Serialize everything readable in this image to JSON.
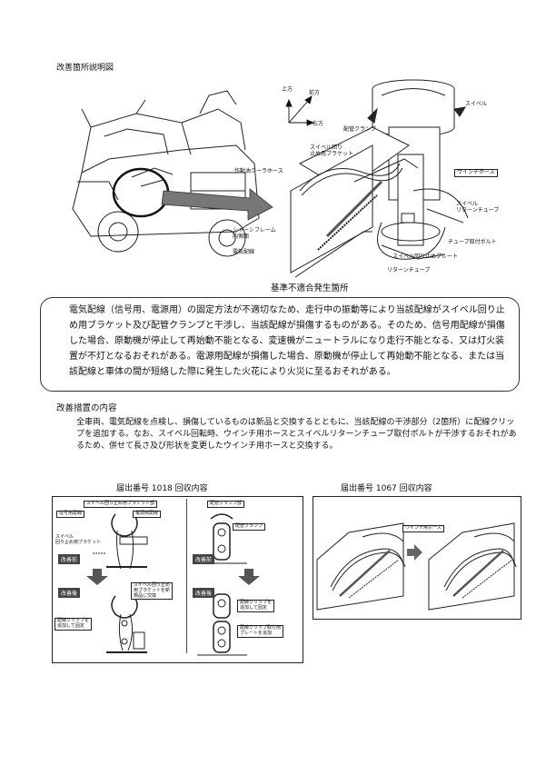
{
  "page_title": "改善箇所説明図",
  "top_diagram": {
    "axes": {
      "up": "上方",
      "front": "前方",
      "right": "右方"
    },
    "labels": {
      "swivel": "スイベル",
      "pipe_clamp": "配管クランプ",
      "swivel_stop_bracket": "スイベル回り\n止め用ブラケット",
      "hydraulic_cooler_hose": "作動油クーラホース",
      "winch_hose": "ウインチホース",
      "swivel_return_tube": "スイベル\nリターンチューブ",
      "chassis_frame_inner": "シャーシフレーム\n内側面",
      "electric_wiring": "電気配線",
      "tube_mount_bolt": "チューブ取付ボルト",
      "swivel_stop_plate": "スイベル回り止めプレート",
      "return_tube": "リターンチューブ",
      "nonconformity": "基準不適合発生箇所"
    }
  },
  "bubble": {
    "text": "電気配線（信号用、電源用）の固定方法が不適切なため、走行中の振動等により当該配線がスイベル回り止め用ブラケット及び配管クランプと干渉し、当該配線が損傷するものがある。そのため、信号用配線が損傷した場合、原動機が停止して再始動不能となる、変速機がニュートラルになり走行不能となる、又は灯火装置が不灯となるおそれがある。電源用配線が損傷した場合、原動機が停止して再始動不能となる、または当該配線と車体の間が短絡した際に発生した火花により火災に至るおそれがある。"
  },
  "measures": {
    "heading": "改善措置の内容",
    "text": "全車両、電気配線を点検し、損傷しているものは新品と交換するとともに、当該配線の干渉部分（2箇所）に配線クリップを追加する。なお、スイベル回転時、ウインチ用ホースとスイベルリターンチューブ取付ボルトが干渉するおそれがあるため、併せて長さ及び形状を変更したウインチ用ホースと交換する。"
  },
  "recall_1018": {
    "heading": "届出番号 1018 回収内容",
    "panel_left_title": "スイベル回り止め用ブラケット部",
    "panel_right_title": "配管クランプ部",
    "signal_wire": "信号用配線",
    "power_wire": "電源用配線",
    "swivel_bracket": "スイベル\n回り止め用ブラケット",
    "pipe_clamp": "配管クランプ",
    "before": "改善前",
    "after": "改善後",
    "left_after_note": "スイベル回り止め\n用ブラケットを新\n規品に交換",
    "left_clip_note": "配線クリップを\n追加して固定",
    "right_clip_note": "配線クリップを\n追加して固定",
    "right_plate_note": "配線クリップ取付用\nプレートを追加"
  },
  "recall_1067": {
    "heading": "届出番号 1067 回収内容",
    "winch_hose": "ウインチ用ホース"
  }
}
